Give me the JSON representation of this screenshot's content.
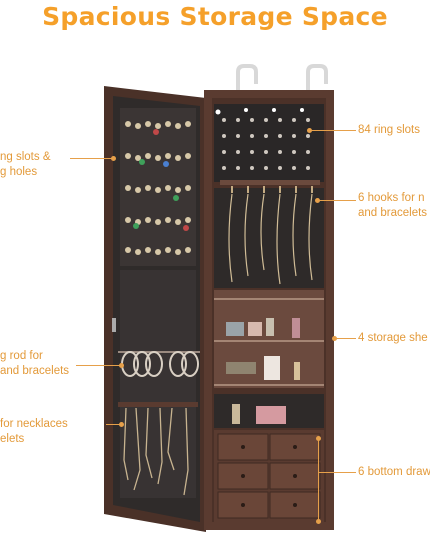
{
  "title": "Spacious Storage Space",
  "callouts": {
    "ring_slots": "84 ring slots",
    "hooks_line1": "6 hooks for n",
    "hooks_line2": "and bracelets",
    "shelves": "4 storage she",
    "drawers": "6 bottom draw",
    "earring_line1": "ng slots &",
    "earring_line2": "g holes",
    "rod_line1": "g rod for",
    "rod_line2": "and bracelets",
    "necklace_line1": "for necklaces",
    "necklace_line2": "elets"
  },
  "colors": {
    "title": "#f5a02a",
    "callout_text": "#e39a3a",
    "leader": "#e6a04a",
    "cabinet": "#5a3b30",
    "cabinet_dark": "#3e2820",
    "panel": "#2d2a29",
    "felt": "#363232"
  }
}
